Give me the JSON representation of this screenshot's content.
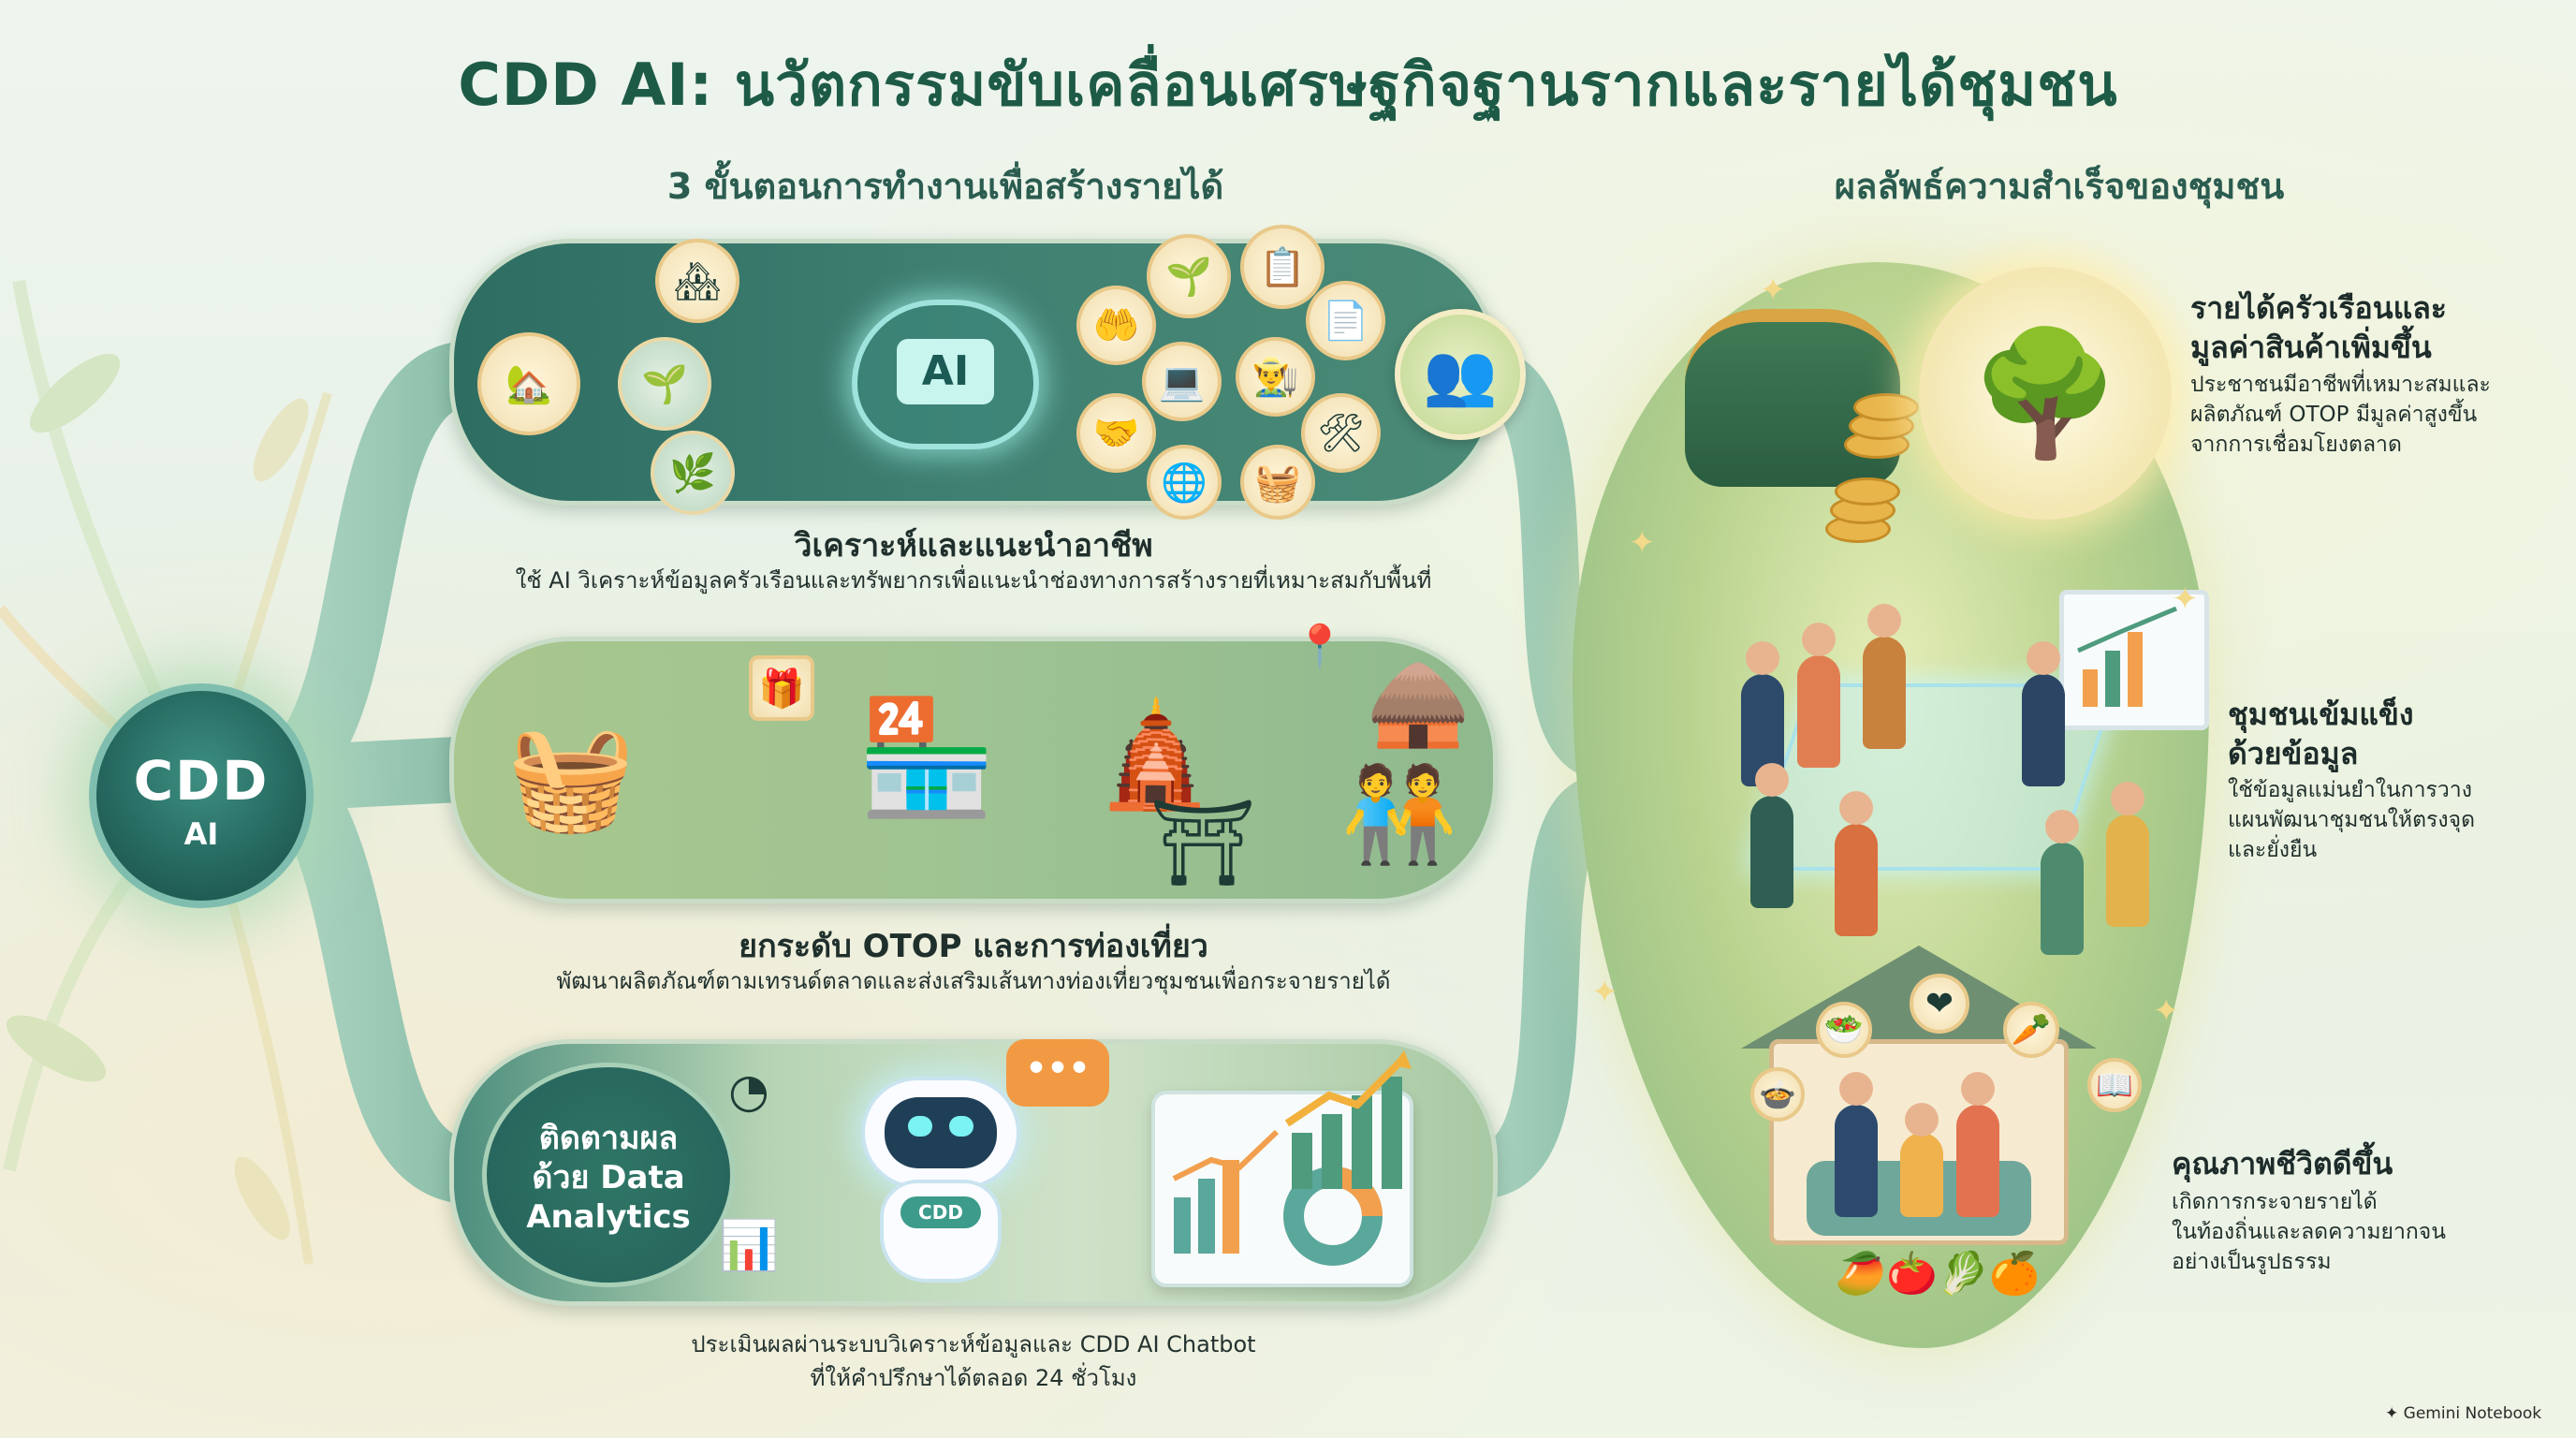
{
  "title": "CDD AI: นวัตกรรมขับเคลื่อนเศรษฐกิจฐานรากและรายได้ชุมชน",
  "left_heading": "3 ขั้นตอนการทำงานเพื่อสร้างรายได้",
  "right_heading": "ผลลัพธ์ความสำเร็จของชุมชน",
  "hub": {
    "main": "CDD",
    "sub": "AI"
  },
  "steps": [
    {
      "title": "วิเคราะห์และแนะนำอาชีพ",
      "desc": "ใช้ AI วิเคราะห์ข้อมูลครัวเรือนและทรัพยากรเพื่อแนะนำช่องทางการสร้างรายที่เหมาะสมกับพื้นที่",
      "ai_label": "AI"
    },
    {
      "title": "ยกระดับ OTOP และการท่องเที่ยว",
      "desc": "พัฒนาผลิตภัณฑ์ตามเทรนด์ตลาดและส่งเสริมเส้นทางท่องเที่ยวชุมชนเพื่อกระจายรายได้"
    },
    {
      "circle_lines": [
        "ติดตามผล",
        "ด้วย Data",
        "Analytics"
      ],
      "desc_lines": [
        "ประเมินผลผ่านระบบวิเคราะห์ข้อมูลและ CDD AI Chatbot",
        "ที่ให้คำปรึกษาได้ตลอด 24 ชั่วโมง"
      ],
      "bot_badge": "CDD"
    }
  ],
  "results": [
    {
      "title_lines": [
        "รายได้ครัวเรือนและ",
        "มูลค่าสินค้าเพิ่มขึ้น"
      ],
      "desc_lines": [
        "ประชาชนมีอาชีพที่เหมาะสมและ",
        "ผลิตภัณฑ์ OTOP มีมูลค่าสูงขึ้น",
        "จากการเชื่อมโยงตลาด"
      ]
    },
    {
      "title_lines": [
        "ชุมชนเข้มแข็ง",
        "ด้วยข้อมูล"
      ],
      "desc_lines": [
        "ใช้ข้อมูลแม่นยำในการวาง",
        "แผนพัฒนาชุมชนให้ตรงจุด",
        "และยั่งยืน"
      ]
    },
    {
      "title_lines": [
        "คุณภาพชีวิตดีขึ้น"
      ],
      "desc_lines": [
        "เกิดการกระจายรายได้",
        "ในท้องถิ่นและลดความยากจน",
        "อย่างเป็นรูปธรรม"
      ]
    }
  ],
  "brand": "Gemini Notebook",
  "icons": [
    "house-icon",
    "seedling-icon",
    "sprout-icon",
    "document-icon",
    "handshake-icon",
    "laptop-icon",
    "farmer-icon",
    "tools-icon",
    "basket-icon",
    "shop-icon",
    "temple-icon",
    "map-pin-icon",
    "robot-icon",
    "chart-icon",
    "tree-icon",
    "coin-icon",
    "heart-icon"
  ],
  "colors": {
    "title": "#1d5b47",
    "primary_teal": "#2e6d62",
    "accent_orange": "#f29a43",
    "gold": "#e8b54a"
  }
}
